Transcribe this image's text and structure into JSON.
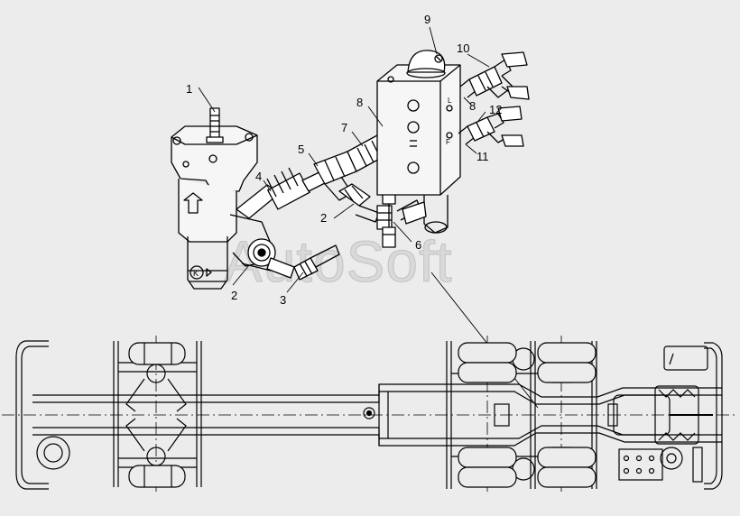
{
  "watermark": "AutoSoft",
  "assembly_labels": [
    "1",
    "2",
    "2",
    "3",
    "4",
    "5",
    "6",
    "7",
    "8",
    "8",
    "9",
    "10",
    "11",
    "12"
  ],
  "colors": {
    "background": "#ececec",
    "line": "#000000",
    "watermark": "#d9d9d9"
  }
}
